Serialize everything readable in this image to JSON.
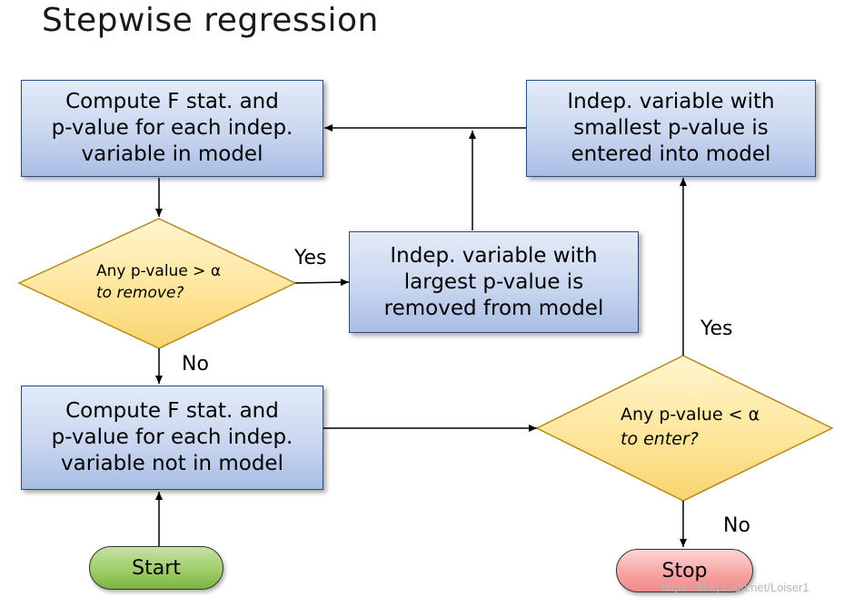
{
  "title": "Stepwise regression",
  "boxes": {
    "compute_in": {
      "lines": [
        "Compute F stat. and",
        "p-value for each indep.",
        "variable in model"
      ]
    },
    "entered": {
      "lines": [
        "Indep. variable with",
        "smallest p-value is",
        "entered into model"
      ]
    },
    "removed": {
      "lines": [
        "Indep. variable with",
        "largest p-value is",
        "removed from model"
      ]
    },
    "compute_not": {
      "lines": [
        "Compute F stat. and",
        "p-value for each indep.",
        "variable not in model"
      ]
    }
  },
  "diamonds": {
    "remove": {
      "line1": "Any p-value > α",
      "line2": "to remove?"
    },
    "enter": {
      "line1": "Any p-value < α",
      "line2": "to enter?"
    }
  },
  "labels": {
    "yes_remove": "Yes",
    "no_remove": "No",
    "yes_enter": "Yes",
    "no_enter": "No"
  },
  "terminals": {
    "start": "Start",
    "stop": "Stop"
  },
  "watermark": "https://blog.csdn.net/Loiser1"
}
